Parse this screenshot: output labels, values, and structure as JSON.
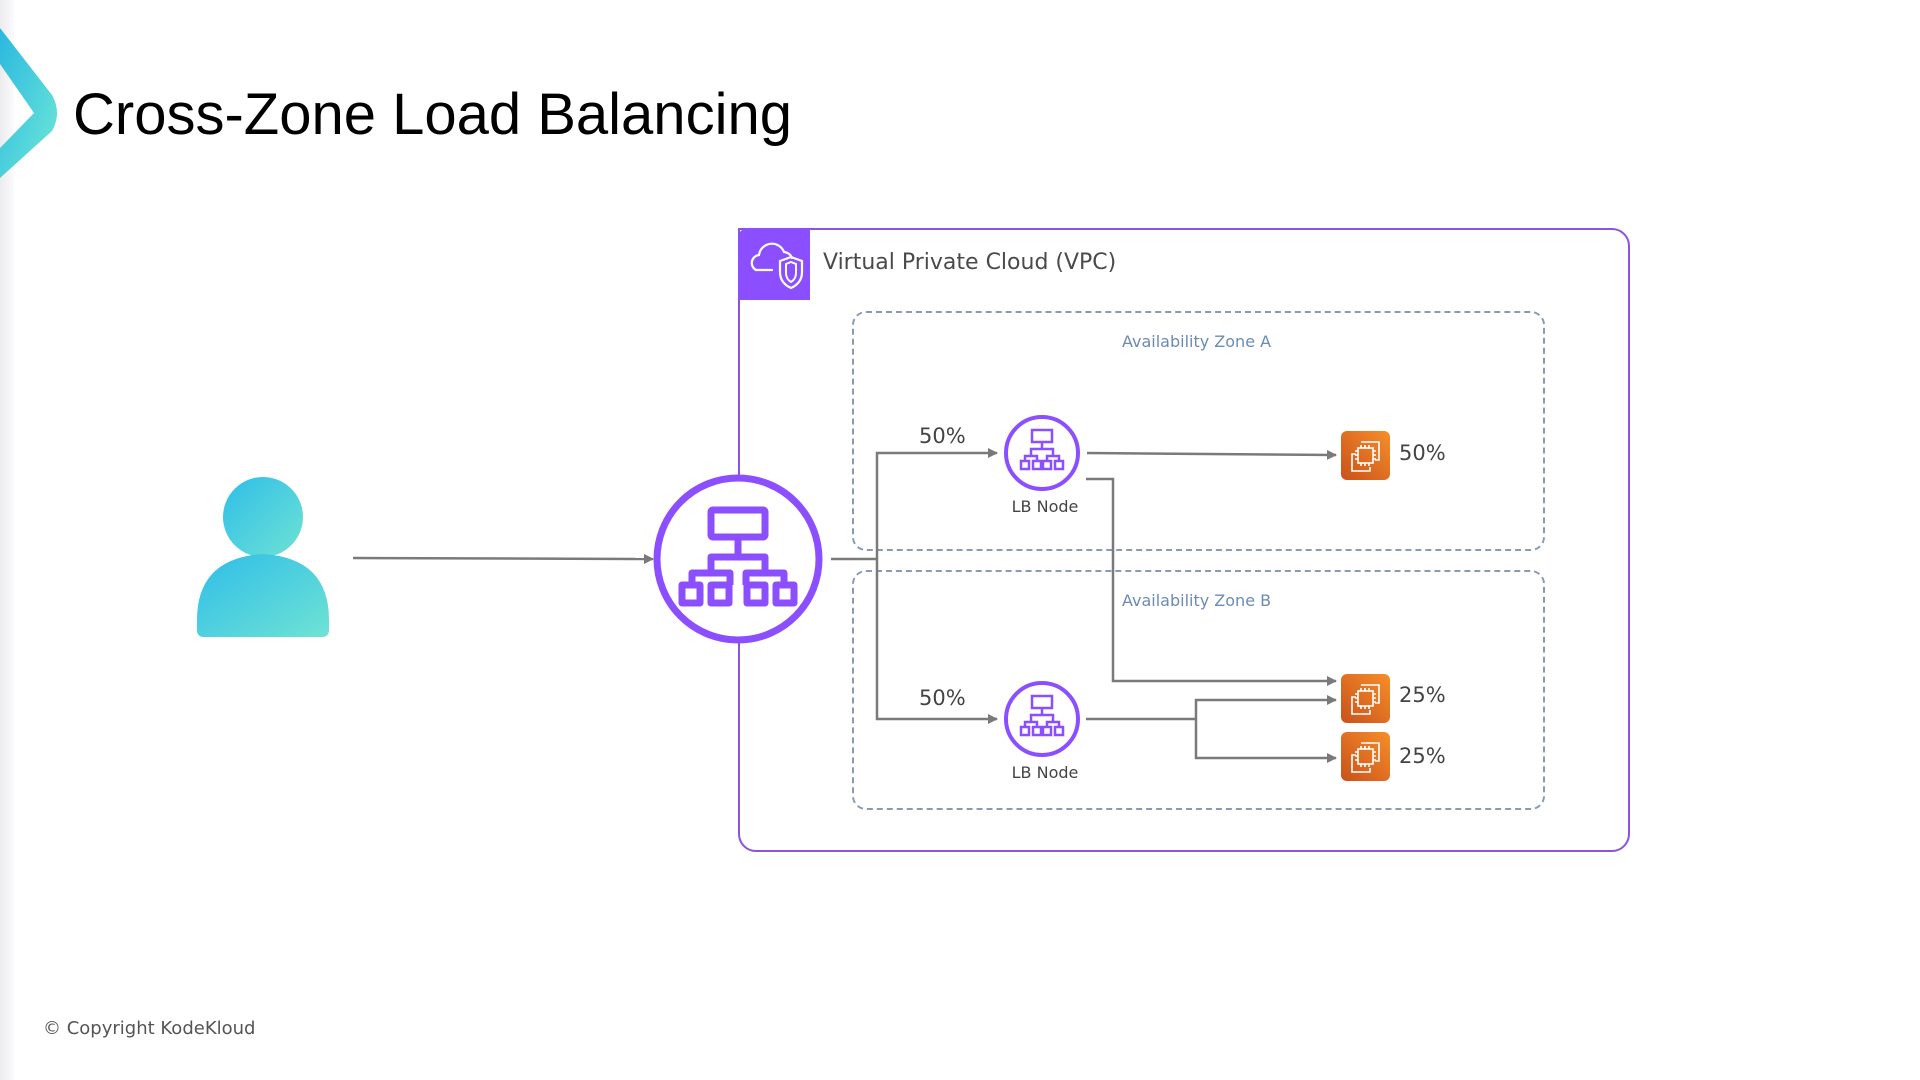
{
  "title": "Cross-Zone Load Balancing",
  "copyright": "© Copyright KodeKloud",
  "vpc": {
    "label": "Virtual Private Cloud (VPC)",
    "icon": "vpc-cloud-shield-icon",
    "color": "#8c4fff"
  },
  "client": {
    "icon": "user-icon"
  },
  "load_balancer": {
    "icon": "load-balancer-icon",
    "color": "#8c4fff"
  },
  "zones": [
    {
      "label": "Availability Zone A",
      "lb_node": {
        "label": "LB Node",
        "incoming_share": "50%"
      },
      "instances": [
        {
          "icon": "ec2-instance-icon",
          "share": "50%"
        }
      ]
    },
    {
      "label": "Availability Zone B",
      "lb_node": {
        "label": "LB Node",
        "incoming_share": "50%"
      },
      "instances": [
        {
          "icon": "ec2-instance-icon",
          "share": "25%"
        },
        {
          "icon": "ec2-instance-icon",
          "share": "25%"
        }
      ]
    }
  ],
  "colors": {
    "instance": "#e8711f",
    "arrow": "#7a7a7a",
    "zone_border": "#8a9ab3"
  }
}
